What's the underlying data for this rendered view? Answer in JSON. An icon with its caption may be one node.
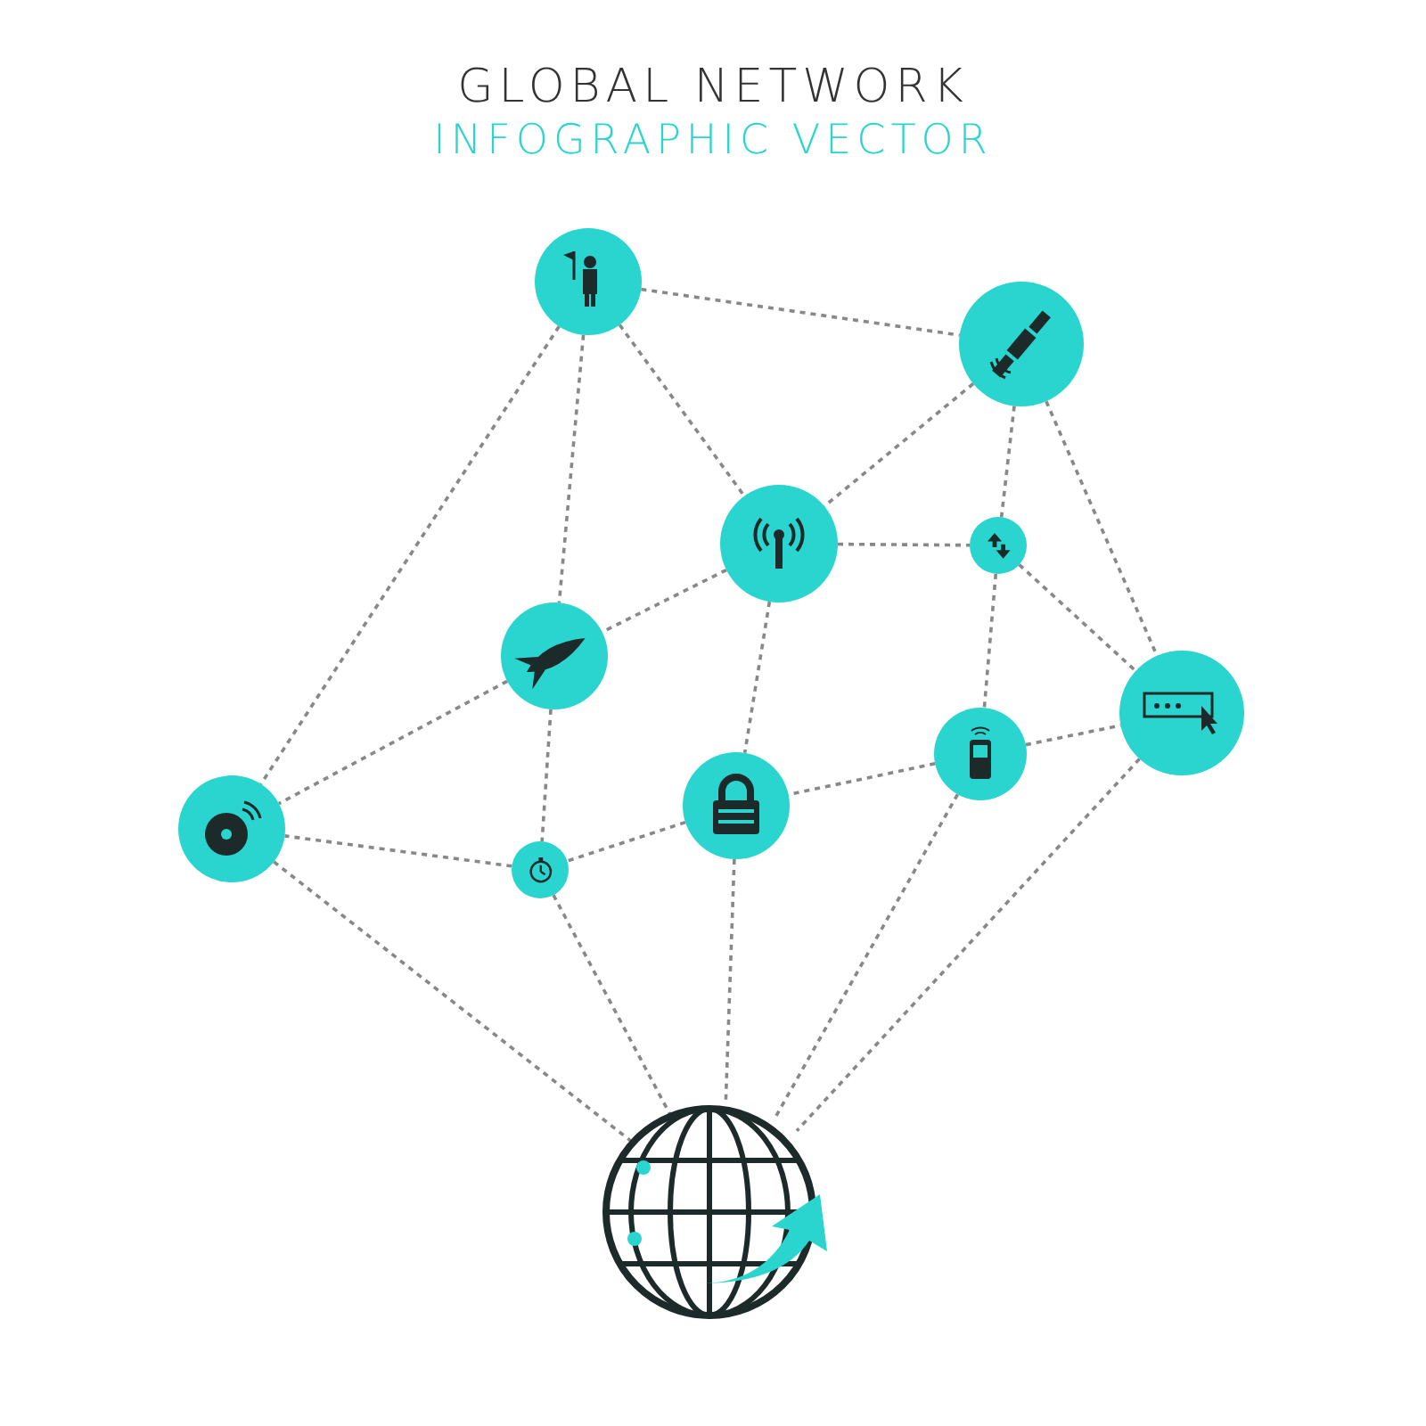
{
  "diagram": {
    "title": "GLOBAL NETWORK",
    "nodes": [
      {
        "text": [],
        "shape": "picture"
      },
      {
        "text": [],
        "shape": "picture"
      },
      {
        "text": [],
        "shape": "picture"
      },
      {
        "text": [],
        "shape": "picture"
      },
      {
        "text": [],
        "shape": "picture"
      },
      {
        "text": [],
        "shape": "picture"
      },
      {
        "text": [],
        "shape": "picture"
      },
      {
        "text": [],
        "shape": "picture"
      },
      {
        "text": [],
        "shape": "picture"
      },
      {
        "text": [],
        "shape": "picture"
      },
      {
        "text": [],
        "shape": "picture"
      }
    ],
    "edges": [
      {
        "from": 0,
        "to": 1,
        "arrow": "none",
        "style": "dashed"
      },
      {
        "from": 0,
        "to": 2,
        "arrow": "none",
        "style": "dashed"
      },
      {
        "from": 0,
        "to": 4,
        "arrow": "none",
        "style": "dashed"
      },
      {
        "from": 0,
        "to": 8,
        "arrow": "none",
        "style": "dashed"
      },
      {
        "from": 1,
        "to": 2,
        "arrow": "none",
        "style": "dashed"
      },
      {
        "from": 1,
        "to": 3,
        "arrow": "none",
        "style": "dashed"
      },
      {
        "from": 1,
        "to": 5,
        "arrow": "none",
        "style": "dashed"
      },
      {
        "from": 2,
        "to": 3,
        "arrow": "none",
        "style": "dashed"
      },
      {
        "from": 2,
        "to": 4,
        "arrow": "none",
        "style": "dashed"
      },
      {
        "from": 2,
        "to": 7,
        "arrow": "none",
        "style": "dashed"
      },
      {
        "from": 3,
        "to": 5,
        "arrow": "none",
        "style": "dashed"
      },
      {
        "from": 3,
        "to": 6,
        "arrow": "none",
        "style": "dashed"
      },
      {
        "from": 4,
        "to": 8,
        "arrow": "none",
        "style": "dashed"
      },
      {
        "from": 4,
        "to": 9,
        "arrow": "none",
        "style": "dashed"
      },
      {
        "from": 6,
        "to": 7,
        "arrow": "none",
        "style": "dashed"
      },
      {
        "from": 6,
        "to": 5,
        "arrow": "none",
        "style": "dashed"
      },
      {
        "from": 7,
        "to": 9,
        "arrow": "none",
        "style": "dashed"
      },
      {
        "from": 9,
        "to": 8,
        "arrow": "none",
        "style": "dashed"
      },
      {
        "from": 8,
        "to": 10,
        "arrow": "none",
        "style": "dashed"
      },
      {
        "from": 9,
        "to": 10,
        "arrow": "none",
        "style": "dashed"
      },
      {
        "from": 7,
        "to": 10,
        "arrow": "none",
        "style": "dashed"
      },
      {
        "from": 6,
        "to": 10,
        "arrow": "none",
        "style": "dashed"
      },
      {
        "from": 5,
        "to": 10,
        "arrow": "none",
        "style": "dashed"
      }
    ],
    "labels": [
      "INFOGRAPHIC VECTOR"
    ]
  }
}
